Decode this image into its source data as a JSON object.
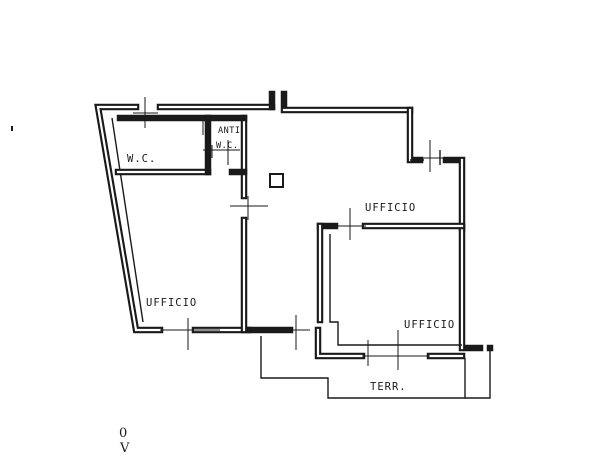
{
  "floor_plan": {
    "rooms": {
      "wc": "W.C.",
      "anti_wc_line1": "ANTI",
      "anti_wc_line2": "W.C.",
      "office_left": "UFFICIO",
      "office_right_upper": "UFFICIO",
      "office_right_lower": "UFFICIO",
      "terrace": "TERR."
    },
    "north_marker": {
      "top": "0",
      "bottom": "V"
    }
  }
}
